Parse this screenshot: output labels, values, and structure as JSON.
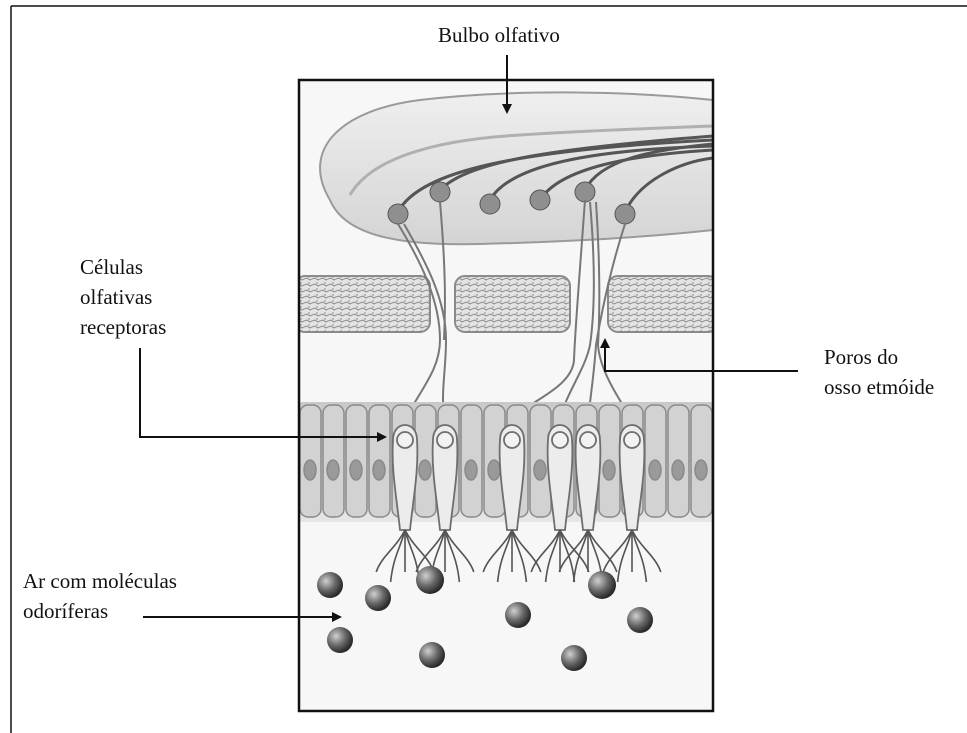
{
  "labels": {
    "bulbo": "Bulbo olfativo",
    "celulas": [
      "Células",
      "olfativas",
      "receptoras"
    ],
    "poros": [
      "Poros do",
      "osso etmóide"
    ],
    "ar": [
      "Ar com moléculas",
      "odoríferas"
    ]
  },
  "colors": {
    "frame": "#111111",
    "ink": "#222222",
    "tissue": "#d8d8d8",
    "tissue_dark": "#8a8a8a",
    "molecule": "#5a5a5a"
  }
}
